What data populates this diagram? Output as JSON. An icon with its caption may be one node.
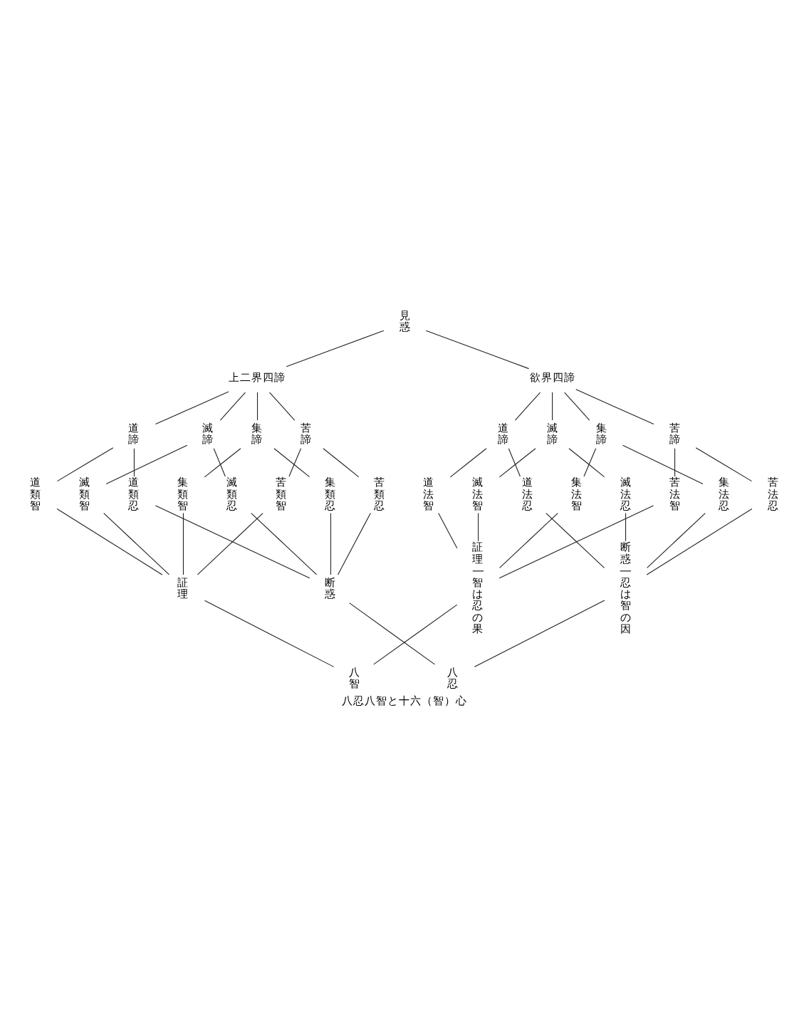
{
  "diagram": {
    "caption": "八忍八智と十六（智）心",
    "nodes": [
      {
        "text": [
          "見惑"
        ]
      },
      {
        "text": [
          "上二界四諦"
        ]
      },
      {
        "text": [
          "欲界四諦"
        ]
      },
      {
        "text": [
          "道諦"
        ]
      },
      {
        "text": [
          "滅諦"
        ]
      },
      {
        "text": [
          "集諦"
        ]
      },
      {
        "text": [
          "苦諦"
        ]
      },
      {
        "text": [
          "道諦"
        ]
      },
      {
        "text": [
          "滅諦"
        ]
      },
      {
        "text": [
          "集諦"
        ]
      },
      {
        "text": [
          "苦諦"
        ]
      },
      {
        "text": [
          "道類智"
        ]
      },
      {
        "text": [
          "道類忍"
        ]
      },
      {
        "text": [
          "滅類智"
        ]
      },
      {
        "text": [
          "滅類忍"
        ]
      },
      {
        "text": [
          "集類智"
        ]
      },
      {
        "text": [
          "集類忍"
        ]
      },
      {
        "text": [
          "苦類智"
        ]
      },
      {
        "text": [
          "苦類忍"
        ]
      },
      {
        "text": [
          "道法智"
        ]
      },
      {
        "text": [
          "道法忍"
        ]
      },
      {
        "text": [
          "滅法智"
        ]
      },
      {
        "text": [
          "滅法忍"
        ]
      },
      {
        "text": [
          "集法智"
        ]
      },
      {
        "text": [
          "集法忍"
        ]
      },
      {
        "text": [
          "苦法智"
        ]
      },
      {
        "text": [
          "苦法忍"
        ]
      },
      {
        "text": [
          "証理"
        ]
      },
      {
        "text": [
          "断惑"
        ]
      },
      {
        "text": [
          "証理―智は忍の果"
        ]
      },
      {
        "text": [
          "断惑―忍は智の因"
        ]
      },
      {
        "text": [
          "八智"
        ]
      },
      {
        "text": [
          "八忍"
        ]
      }
    ],
    "edges": [
      {
        "from": 0,
        "to": 1,
        "arrow": "none"
      },
      {
        "from": 0,
        "to": 2,
        "arrow": "none"
      },
      {
        "from": 1,
        "to": 3,
        "arrow": "none"
      },
      {
        "from": 1,
        "to": 4,
        "arrow": "none"
      },
      {
        "from": 1,
        "to": 5,
        "arrow": "none"
      },
      {
        "from": 1,
        "to": 6,
        "arrow": "none"
      },
      {
        "from": 2,
        "to": 7,
        "arrow": "none"
      },
      {
        "from": 2,
        "to": 8,
        "arrow": "none"
      },
      {
        "from": 2,
        "to": 9,
        "arrow": "none"
      },
      {
        "from": 2,
        "to": 10,
        "arrow": "none"
      },
      {
        "from": 3,
        "to": 11,
        "arrow": "none"
      },
      {
        "from": 3,
        "to": 12,
        "arrow": "none"
      },
      {
        "from": 4,
        "to": 13,
        "arrow": "none"
      },
      {
        "from": 4,
        "to": 14,
        "arrow": "none"
      },
      {
        "from": 5,
        "to": 15,
        "arrow": "none"
      },
      {
        "from": 5,
        "to": 16,
        "arrow": "none"
      },
      {
        "from": 6,
        "to": 17,
        "arrow": "none"
      },
      {
        "from": 6,
        "to": 18,
        "arrow": "none"
      },
      {
        "from": 7,
        "to": 19,
        "arrow": "none"
      },
      {
        "from": 7,
        "to": 20,
        "arrow": "none"
      },
      {
        "from": 8,
        "to": 21,
        "arrow": "none"
      },
      {
        "from": 8,
        "to": 22,
        "arrow": "none"
      },
      {
        "from": 9,
        "to": 23,
        "arrow": "none"
      },
      {
        "from": 9,
        "to": 24,
        "arrow": "none"
      },
      {
        "from": 10,
        "to": 25,
        "arrow": "none"
      },
      {
        "from": 10,
        "to": 26,
        "arrow": "none"
      },
      {
        "from": 11,
        "to": 27,
        "arrow": "none"
      },
      {
        "from": 12,
        "to": 28,
        "arrow": "none"
      },
      {
        "from": 13,
        "to": 27,
        "arrow": "none"
      },
      {
        "from": 14,
        "to": 28,
        "arrow": "none"
      },
      {
        "from": 15,
        "to": 27,
        "arrow": "none"
      },
      {
        "from": 16,
        "to": 28,
        "arrow": "none"
      },
      {
        "from": 17,
        "to": 27,
        "arrow": "none"
      },
      {
        "from": 18,
        "to": 28,
        "arrow": "none"
      },
      {
        "from": 19,
        "to": 29,
        "arrow": "none"
      },
      {
        "from": 20,
        "to": 30,
        "arrow": "none"
      },
      {
        "from": 21,
        "to": 29,
        "arrow": "none"
      },
      {
        "from": 22,
        "to": 30,
        "arrow": "none"
      },
      {
        "from": 23,
        "to": 29,
        "arrow": "none"
      },
      {
        "from": 24,
        "to": 30,
        "arrow": "none"
      },
      {
        "from": 25,
        "to": 29,
        "arrow": "none"
      },
      {
        "from": 26,
        "to": 30,
        "arrow": "none"
      },
      {
        "from": 27,
        "to": 31,
        "arrow": "none"
      },
      {
        "from": 29,
        "to": 31,
        "arrow": "none"
      },
      {
        "from": 28,
        "to": 32,
        "arrow": "none"
      },
      {
        "from": 30,
        "to": 32,
        "arrow": "none"
      }
    ]
  }
}
